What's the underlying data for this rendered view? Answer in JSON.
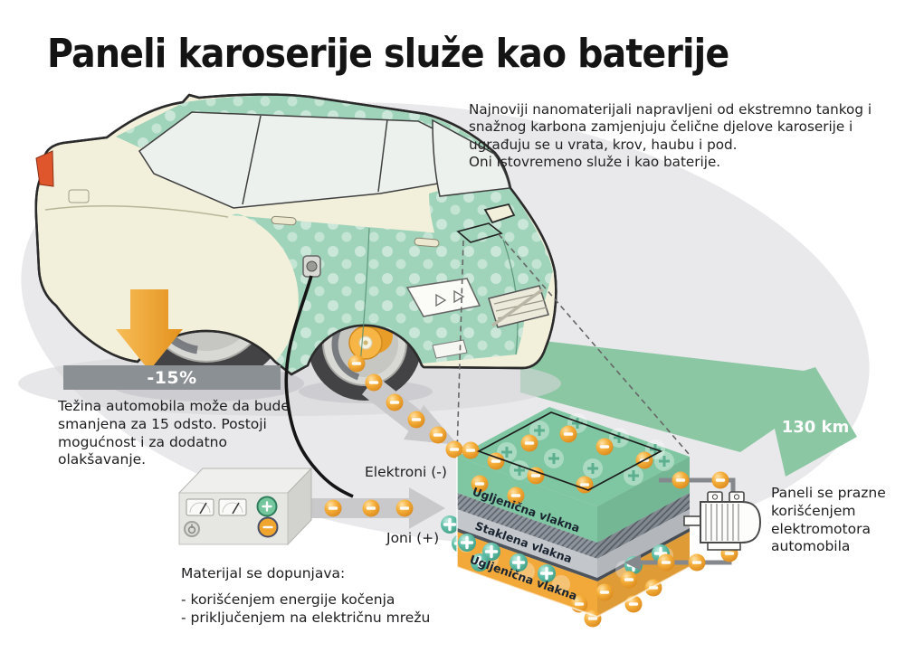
{
  "title": "Paneli karoserije služe kao baterije",
  "intro": {
    "p1": "Najnoviji nanomaterijali napravljeni od ekstremno tankog i snažnog karbona zamjenjuju čelične djelove karoserije i ugrađuju se u vrata, krov, haubu i pod.",
    "p2": "Oni istovremeno služe i kao baterije."
  },
  "weight": {
    "badge": "-15%",
    "description": "Težina automobila može da bude smanjena za 15 odsto. Postoji mogućnost i za dodatno olakšavanje."
  },
  "flows": {
    "electrons": "Elektroni (-)",
    "ions": "Joni (+)"
  },
  "battery": {
    "layers": [
      "Ugljenična vlakna",
      "Staklena vlakna",
      "Ugljenična vlakna"
    ]
  },
  "range": {
    "label": "130 km"
  },
  "discharge": {
    "text": "Paneli se prazne korišćenjem elektromotora automobila"
  },
  "recharge": {
    "heading": "Materijal se dopunjava:",
    "methods": [
      "- korišćenjem energije kočenja",
      "- priključenjem na električnu mrežu"
    ]
  },
  "colors": {
    "panel_green": "#9fd4ba",
    "battery_green": "#7ec7a2",
    "arrow_green": "#8cc7a4",
    "orange": "#f2a93a",
    "ion_teal": "#5fbda7",
    "badge_gray": "#8b9095"
  }
}
